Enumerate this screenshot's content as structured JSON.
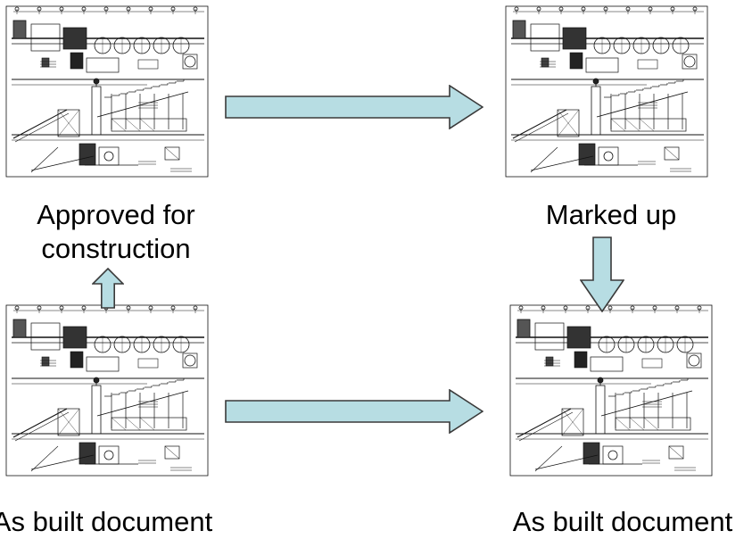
{
  "nodes": [
    {
      "id": "top-left",
      "label_lines": [
        "Approved for",
        "construction"
      ]
    },
    {
      "id": "top-right",
      "label_lines": [
        "Marked up"
      ]
    },
    {
      "id": "bottom-left",
      "label_lines": [
        "As built document"
      ]
    },
    {
      "id": "bottom-right",
      "label_lines": [
        "As built document"
      ]
    }
  ],
  "edges": [
    {
      "from": "top-left",
      "to": "top-right"
    },
    {
      "from": "top-right",
      "to": "bottom-right"
    },
    {
      "from": "bottom-left",
      "to": "bottom-right"
    },
    {
      "from": "bottom-left",
      "to": "top-left"
    }
  ],
  "colors": {
    "arrow_fill": "#b7dde3",
    "arrow_stroke": "#3a3a3a",
    "drawing_ink": "#111111"
  }
}
